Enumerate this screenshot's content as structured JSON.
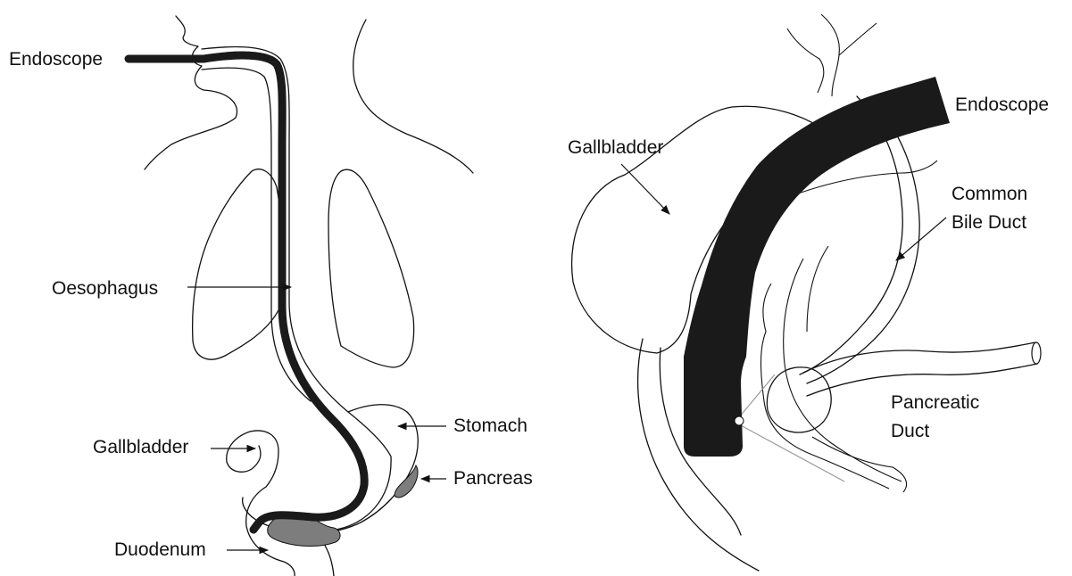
{
  "left_panel": {
    "labels": {
      "endoscope": "Endoscope",
      "oesophagus": "Oesophagus",
      "gallbladder": "Gallbladder",
      "stomach": "Stomach",
      "pancreas": "Pancreas",
      "duodenum": "Duodenum"
    }
  },
  "right_panel": {
    "labels": {
      "endoscope": "Endoscope",
      "gallbladder": "Gallbladder",
      "common_bile_duct_line1": "Common",
      "common_bile_duct_line2": "Bile Duct",
      "pancreatic_duct_line1": "Pancreatic",
      "pancreatic_duct_line2": "Duct"
    }
  },
  "colors": {
    "endoscope": "#1a1a1a",
    "pancreas_fill": "#7d7d7d",
    "outline": "#111111",
    "background": "#ffffff"
  }
}
